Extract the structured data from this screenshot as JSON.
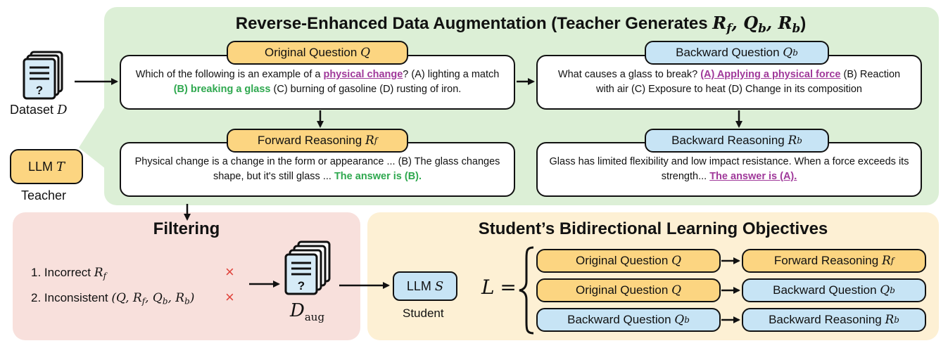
{
  "augmentation": {
    "title": "Reverse-Enhanced Data Augmentation (Teacher Generates ",
    "title_math": "R",
    "title_math_rest": ", Q",
    "title_close": ")"
  },
  "original_question": {
    "label": "Original Question",
    "symbol": "Q",
    "text_pre": "Which of the following is an example of a ",
    "highlight": "physical change",
    "text_mid": "? (A) lighting a match ",
    "answer": "(B) breaking a glass",
    "text_post": " (C) burning of gasoline (D) rusting of iron."
  },
  "forward_reasoning": {
    "label": "Forward Reasoning",
    "symbol": "R",
    "sub": "f",
    "text": "Physical change is a change in the form or appearance ... (B) The glass changes shape, but it's still glass ... ",
    "answer": "The answer is (B)."
  },
  "backward_question": {
    "label": "Backward Question",
    "symbol": "Q",
    "sub": "b",
    "text_pre": "What causes a glass to break? ",
    "answer": "(A) Applying a physical force",
    "text_post": " (B) Reaction with air (C) Exposure to heat (D) Change in its composition"
  },
  "backward_reasoning": {
    "label": "Backward Reasoning",
    "symbol": "R",
    "sub": "b",
    "text": "Glass has limited flexibility and low impact resistance. When a force exceeds its strength... ",
    "answer": "The answer is (A)."
  },
  "dataset": {
    "label": "Dataset",
    "symbol": "D"
  },
  "teacher": {
    "llm_label": "LLM",
    "symbol": "T",
    "caption": "Teacher"
  },
  "filtering": {
    "title": "Filtering",
    "item1": "1. Incorrect ",
    "item2": "2. Inconsistent ",
    "mark": "×"
  },
  "augmented": {
    "symbol": "D",
    "sub": "aug"
  },
  "student": {
    "title": "Student’s Bidirectional Learning Objectives",
    "llm_label": "LLM",
    "symbol": "S",
    "caption": "Student",
    "loss_symbol": "L",
    "equals": "="
  },
  "objectives": [
    {
      "left": "Original Question",
      "left_sym": "Q",
      "left_sub": "",
      "right": "Forward Reasoning",
      "right_sym": "R",
      "right_sub": "f"
    },
    {
      "left": "Original Question",
      "left_sym": "Q",
      "left_sub": "",
      "right": "Backward Question",
      "right_sym": "Q",
      "right_sub": "b"
    },
    {
      "left": "Backward Question",
      "left_sym": "Q",
      "left_sub": "b",
      "right": "Backward Reasoning",
      "right_sym": "R",
      "right_sub": "b"
    }
  ],
  "colors": {
    "orange": "#fcd581",
    "blue": "#c7e4f5",
    "green_panel": "#dcefd6",
    "pink_panel": "#f8e0dc",
    "yellow_panel": "#fdf0d4",
    "answer_green": "#2fa84f",
    "answer_purple": "#a0399a"
  }
}
